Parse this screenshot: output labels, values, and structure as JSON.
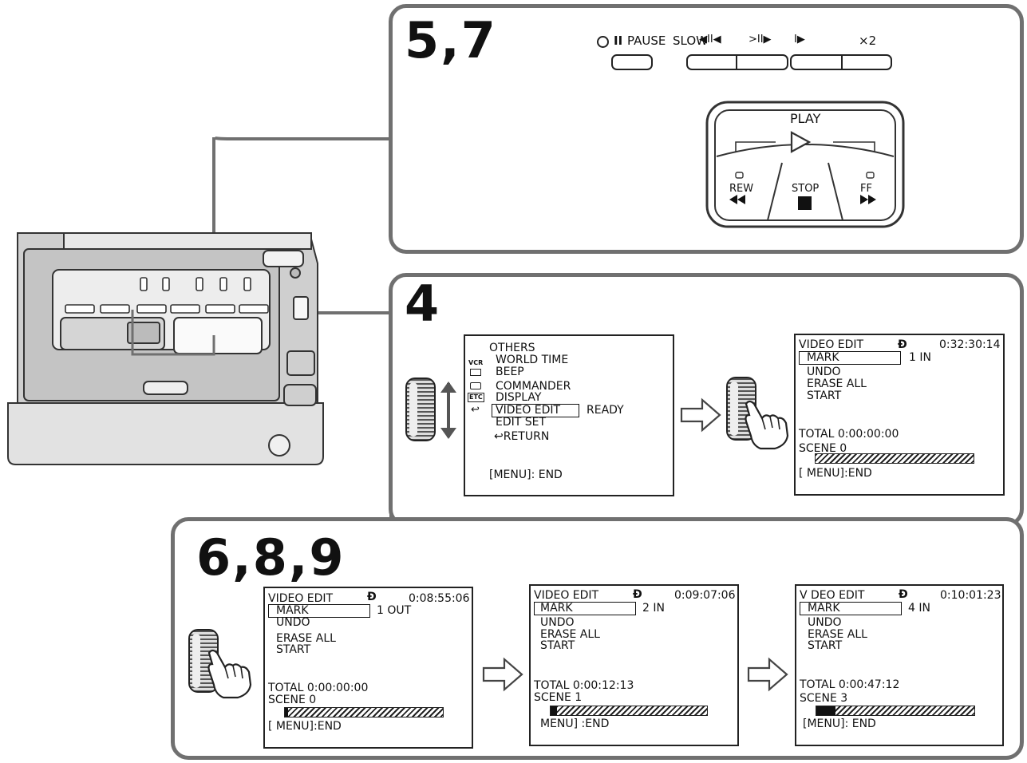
{
  "steps": {
    "top": "5,7",
    "middle": "4",
    "bottom": "6,8,9"
  },
  "deck_buttons": {
    "pause_label": "PAUSE",
    "slow_label": "SLOW",
    "frame_back_label": "◀II◀",
    "frame_fwd_label": ">II▶",
    "slow_fwd_label": "I▶",
    "x2_label": "×2",
    "play_label": "PLAY",
    "rew_label": "REW",
    "stop_label": "STOP",
    "ff_label": "FF"
  },
  "menu_screen": {
    "title": "OTHERS",
    "vcr_label": "VCR",
    "etc_label": "ETC",
    "items": [
      "WORLD TIME",
      "BEEP",
      "COMMANDER",
      "DISPLAY",
      "VIDEO EDIT",
      "EDIT SET"
    ],
    "selected_value": "READY",
    "return_label": "RETURN",
    "footer": "[MENU]: END"
  },
  "edit_screens": [
    {
      "title": "VIDEO EDIT",
      "time": "0:32:30:14",
      "mark_value": "1  IN",
      "items": [
        "MARK",
        "UNDO",
        "ERASE  ALL",
        "START"
      ],
      "total": "TOTAL   0:00:00:00",
      "scene": "SCENE   0",
      "footer": "[ MENU]:END",
      "progress": 0
    },
    {
      "title": "VIDEO EDIT",
      "time": "0:08:55:06",
      "mark_value": "1 OUT",
      "items": [
        "MARK",
        "UNDO",
        "ERASE  ALL",
        "START"
      ],
      "total": "TOTAL   0:00:00:00",
      "scene": "SCENE   0",
      "footer": "[ MENU]:END",
      "progress": 0.02
    },
    {
      "title": "VIDEO EDIT",
      "time": "0:09:07:06",
      "mark_value": "2  IN",
      "items": [
        "MARK",
        "UNDO",
        "ERASE  ALL",
        "START"
      ],
      "total": "TOTAL    0:00:12:13",
      "scene": "SCENE    1",
      "footer": "MENU] :END",
      "progress": 0.04
    },
    {
      "title": "V DEO EDIT",
      "time": "0:10:01:23",
      "mark_value": "4  IN",
      "items": [
        "MARK",
        "UNDO",
        "ERASE  ALL",
        "START"
      ],
      "total": "TOTAL   0:00:47:12",
      "scene": "SCENE   3",
      "footer": "[MENU]: END",
      "progress": 0.12
    }
  ]
}
